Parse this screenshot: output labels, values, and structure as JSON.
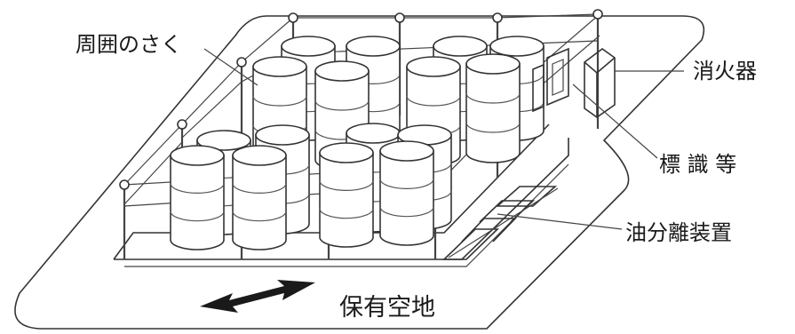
{
  "labels": {
    "fence": "周囲のさく",
    "extinguisher": "消火器",
    "signs": "標 識 等",
    "oil_separator": "油分離装置",
    "open_space": "保有空地"
  }
}
